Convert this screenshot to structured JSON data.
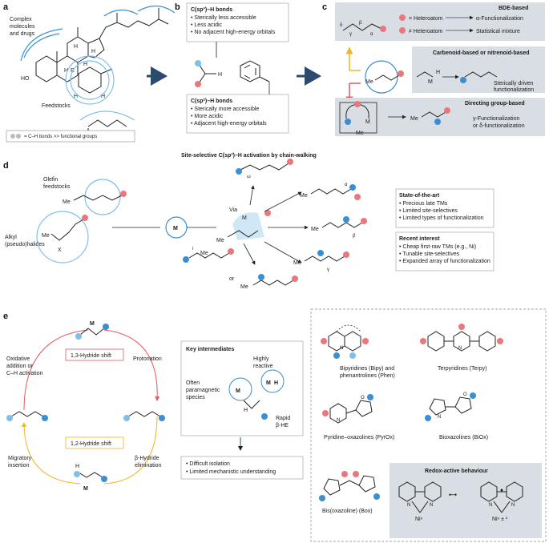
{
  "panels": {
    "a": "a",
    "b": "b",
    "c": "c",
    "d": "d",
    "e": "e"
  },
  "a": {
    "complex": [
      "Complex",
      "molecules",
      "and drugs"
    ],
    "feedstocks": "Feedstocks",
    "ho": "HO",
    "h": "H",
    "r": "R",
    "legend": "= C–H bonds >> functional groups"
  },
  "b": {
    "sp3_title": "C(sp³)–H bonds",
    "sp3_items": [
      "Sterically less accessible",
      "Less acidic",
      "No adjacent high-energy orbitals"
    ],
    "sp2_title": "C(sp²)–H bonds",
    "sp2_items": [
      "Sterically more accessible",
      "More acidic",
      "Adjacent high-energy orbitals"
    ],
    "h": "H"
  },
  "c": {
    "bde_title": "BDE-based",
    "hetero_eq": "= Heteroatom",
    "hetero_neq": "≠ Heteroatom",
    "alpha_func": "α-Functionalization",
    "stat_mix": "Statistical mixture",
    "greek": {
      "d": "δ",
      "g": "γ",
      "b": "β",
      "a": "α"
    },
    "carbenoid_title": "Carbenoid-based or nitrenoid-based",
    "steric": [
      "Sterically driven",
      "functionalization"
    ],
    "directing_title": "Directing group-based",
    "gd_func": [
      "γ-Functionalization",
      "or δ-functionalization"
    ],
    "me": "Me",
    "m": "M",
    "h": "H"
  },
  "d": {
    "title": "Site-selective C(sp³)–H activation by chain-walking",
    "olefin": [
      "Olefin",
      "feedstocks"
    ],
    "alkyl": [
      "Alkyl",
      "(pseudo)halides"
    ],
    "me": "Me",
    "x": "X",
    "m": "M",
    "via": "Via",
    "or": "or",
    "omega": "ω",
    "alpha": "α",
    "beta": "β",
    "gamma": "γ",
    "i": "i",
    "state_title": "State-of-the-art",
    "state_items": [
      "Precious late TMs",
      "Limited site-selectives",
      "Limited types of functionalization"
    ],
    "recent_title": "Recent interest",
    "recent_items": [
      "Cheap first-raw TMs (e.g., Ni)",
      "Tunable site-selectives",
      "Expanded array of functionalization"
    ]
  },
  "e": {
    "m": "M",
    "h": "H",
    "oxidative": [
      "Oxidative",
      "addition or",
      "C–H activation"
    ],
    "hydride13": "1,3-Hydride shift",
    "protonation": "Protonation",
    "hydride12": "1,2-Hydride shift",
    "migratory": [
      "Migratory",
      "insertion"
    ],
    "beta_hydride": [
      "β-Hydride",
      "elimination"
    ],
    "key_title": "Key intermediates",
    "highly": [
      "Highly",
      "reactive"
    ],
    "often": [
      "Often",
      "paramagnetic",
      "species"
    ],
    "rapid": [
      "Rapid",
      "β-HE"
    ],
    "bullets": [
      "Difficult isolation",
      "Limited mechanistic understanding"
    ],
    "bipy": [
      "Bipyridines (Bipy) and",
      "phenantrolines (Phen)"
    ],
    "terpy": "Terpyridines (Terpy)",
    "pyrox": "Pyridine–oxazolines (PyrOx)",
    "biox": "Bioxazolines (BiOx)",
    "box": "Bis(oxazoline) (Box)",
    "redox_title": "Redox-active behaviour",
    "n": "N",
    "o": "O",
    "ni_n": "Niⁿ",
    "ni_n1": "Niⁿ ± ¹"
  },
  "colors": {
    "red": "#e8787c",
    "blue": "#3b8fd0",
    "lightblue": "#7ec0ea",
    "navy": "#2c4a6e",
    "panelgrey": "#d9dde4",
    "orange": "#f0b429"
  }
}
